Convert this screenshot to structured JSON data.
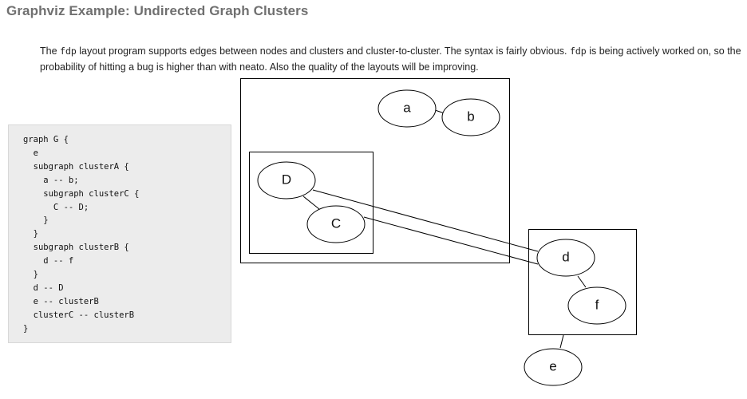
{
  "page": {
    "title": "Graphviz Example: Undirected Graph Clusters"
  },
  "intro": {
    "part1": "The ",
    "code1": "fdp",
    "part2": " layout program supports edges between nodes and clusters and cluster-to-cluster. The syntax is fairly obvious. ",
    "code2": "fdp",
    "part3": " is being actively worked on, so the probability of hitting a bug is higher than with neato. Also the quality of the layouts will be improving."
  },
  "code": {
    "source": "graph G {\n  e\n  subgraph clusterA {\n    a -- b;\n    subgraph clusterC {\n      C -- D;\n    }\n  }\n  subgraph clusterB {\n    d -- f\n  }\n  d -- D\n  e -- clusterB\n  clusterC -- clusterB\n}"
  },
  "graph": {
    "nodes": {
      "a": "a",
      "b": "b",
      "D": "D",
      "C": "C",
      "d": "d",
      "f": "f",
      "e": "e"
    },
    "clusters": [
      "clusterA",
      "clusterC",
      "clusterB"
    ]
  }
}
